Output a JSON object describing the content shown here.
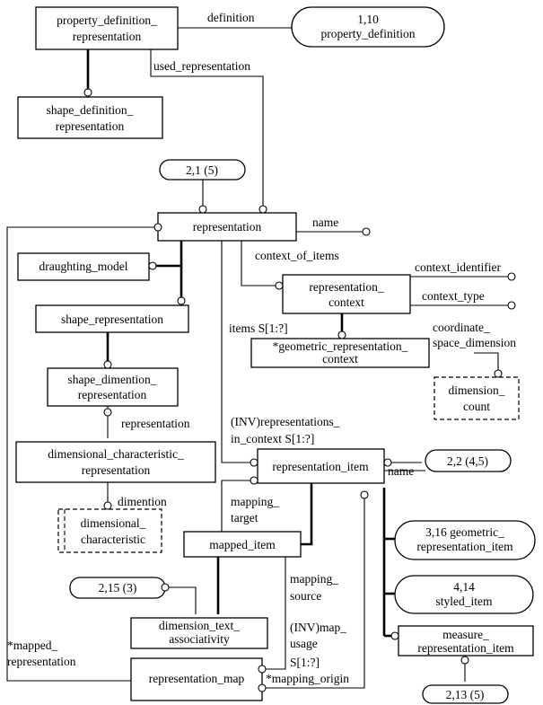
{
  "entities": {
    "property_definition_representation": [
      "property_definition_",
      "representation"
    ],
    "shape_definition_representation": [
      "shape_definition_",
      "representation"
    ],
    "representation": [
      "representation"
    ],
    "draughting_model": [
      "draughting_model"
    ],
    "representation_context": [
      "representation_",
      "context"
    ],
    "shape_representation": [
      "shape_representation"
    ],
    "geometric_representation_context": [
      "*geometric_representation_",
      "context"
    ],
    "shape_dimention_representation": [
      "shape_dimention_",
      "representation"
    ],
    "dimension_count": [
      "dimension_",
      "count"
    ],
    "dimensional_characteristic_representation": [
      "dimensional_characteristic_",
      "representation"
    ],
    "dimensional_characteristic": [
      "dimensional_",
      "characteristic"
    ],
    "representation_item": [
      "representation_item"
    ],
    "mapped_item": [
      "mapped_item"
    ],
    "dimension_text_associativity": [
      "dimension_text_",
      "associativity"
    ],
    "representation_map": [
      "representation_map"
    ],
    "measure_representation_item": [
      "measure_",
      "representation_item"
    ]
  },
  "references": {
    "property_definition": [
      "1,10",
      "property_definition"
    ],
    "ref_2_1": [
      "2,1 (5)"
    ],
    "ref_2_2": [
      "2,2 (4,5)"
    ],
    "geometric_representation_item": [
      "3,16 geometric_",
      "representation_item"
    ],
    "styled_item": [
      "4,14",
      "styled_item"
    ],
    "ref_2_15": [
      "2,15 (3)"
    ],
    "ref_2_13": [
      "2,13 (5)"
    ]
  },
  "attributes": {
    "definition": "definition",
    "used_representation": "used_representation",
    "name_rep": "name",
    "context_of_items": "context_of_items",
    "context_identifier": "context_identifier",
    "context_type": "context_type",
    "items": "items S[1:?]",
    "coordinate_space_dimension": [
      "coordinate_",
      "space_dimension"
    ],
    "representation_attr": "representation",
    "representations_in_context": [
      "(INV)representations_",
      "in_context S[1:?]"
    ],
    "name_item": "name",
    "dimention": "dimention",
    "mapping_target": [
      "mapping_",
      "target"
    ],
    "mapping_source": [
      "mapping_",
      "source"
    ],
    "map_usage": [
      "(INV)map_",
      "usage",
      "S[1:?]"
    ],
    "mapped_representation": [
      "*mapped_",
      "representation"
    ],
    "mapping_origin": "*mapping_origin"
  }
}
